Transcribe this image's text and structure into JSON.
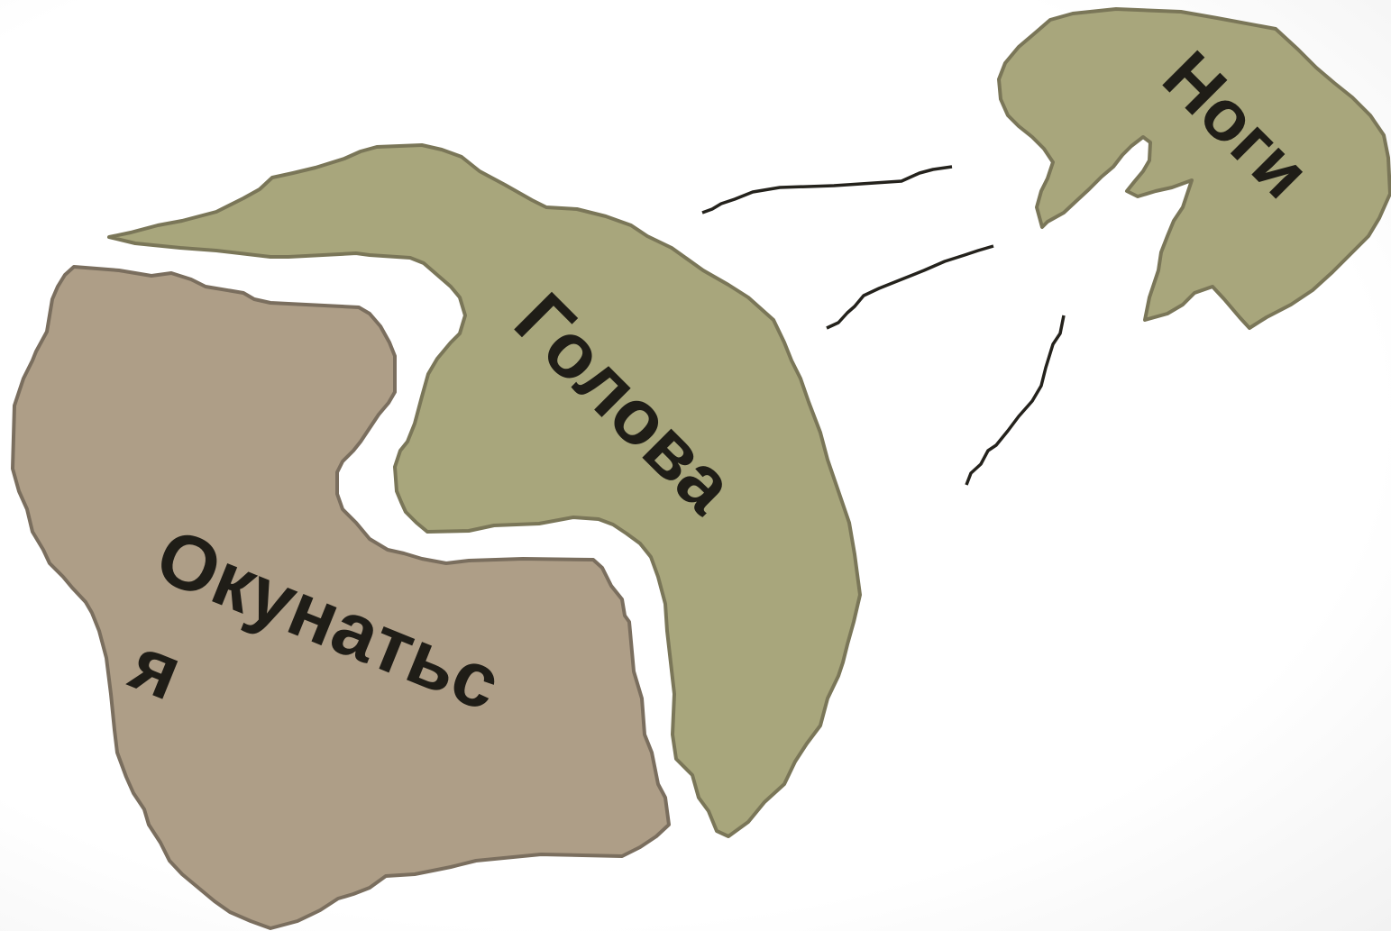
{
  "shapes": {
    "okunatsya": {
      "line1": "Окунатьс",
      "line2": "я",
      "fill": "#ae9e87",
      "stroke": "#7a6e5e"
    },
    "golova": {
      "label": "Голова",
      "fill": "#a8a67c",
      "stroke": "#7a7658"
    },
    "nogi": {
      "label": "Ноги",
      "fill": "#a8a67c",
      "stroke": "#7a7658"
    }
  },
  "connector_color": "#24221c"
}
